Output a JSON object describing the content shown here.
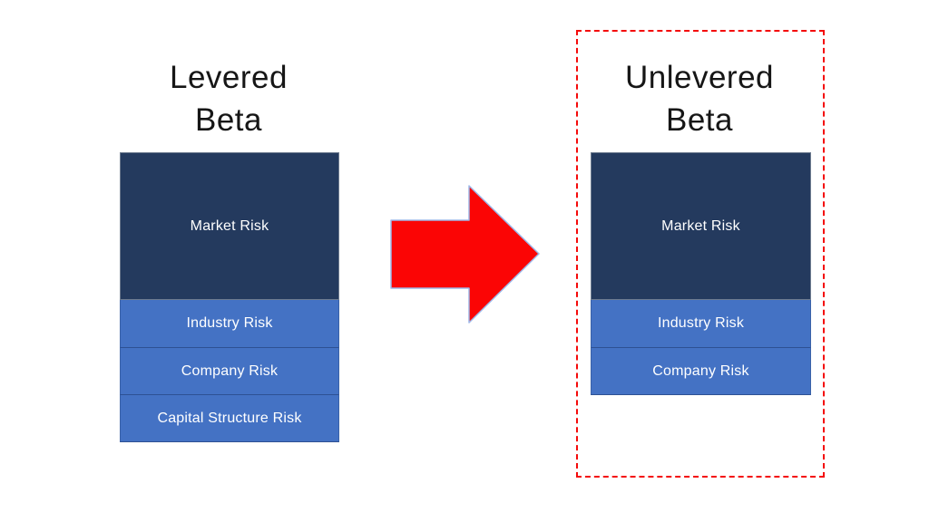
{
  "left_panel": {
    "title_line1": "Levered",
    "title_line2": "Beta",
    "segments": [
      {
        "label": "Market Risk"
      },
      {
        "label": "Industry Risk"
      },
      {
        "label": "Company Risk"
      },
      {
        "label": "Capital Structure Risk"
      }
    ]
  },
  "right_panel": {
    "title_line1": "Unlevered",
    "title_line2": "Beta",
    "segments": [
      {
        "label": "Market Risk"
      },
      {
        "label": "Industry Risk"
      },
      {
        "label": "Company Risk"
      }
    ]
  },
  "arrow": {
    "name": "transformation-arrow",
    "direction": "right",
    "fill": "#FB0505",
    "outline": "#9DB7E8"
  },
  "colors": {
    "market_risk_fill": "#243A5E",
    "other_risk_fill": "#4472C4",
    "segment_divider": "#2E5193",
    "highlight_dashed_border": "#F40A0A",
    "label_text": "#FFFFFF",
    "title_text": "#161616",
    "background": "#FFFFFF"
  }
}
